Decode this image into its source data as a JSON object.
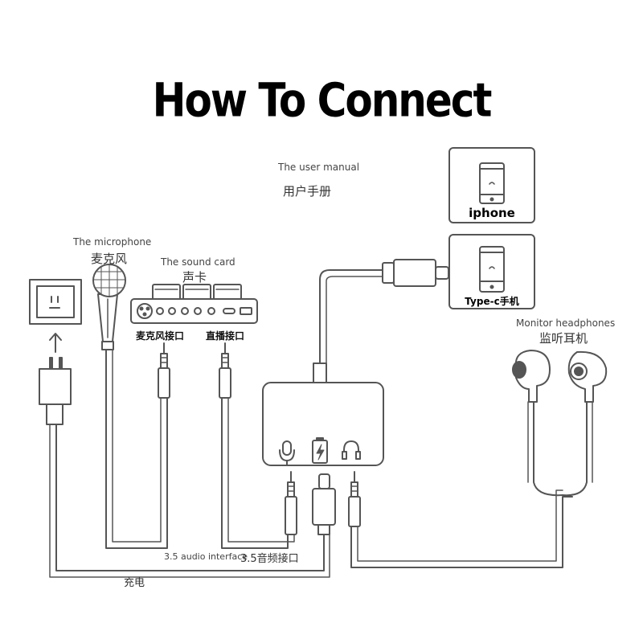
{
  "title": "How To Connect",
  "manual": {
    "en": "The user manual",
    "cn": "用户手册"
  },
  "phones": [
    {
      "label": "iphone"
    },
    {
      "label": "Type-c手机"
    }
  ],
  "microphone": {
    "en": "The microphone",
    "cn": "麦克风"
  },
  "sound_card": {
    "en": "The sound card",
    "cn": "声卡",
    "port_mic": "麦克风接口",
    "port_live": "直播接口"
  },
  "headphones": {
    "en": "Monitor headphones",
    "cn": "监听耳机"
  },
  "audio_interface": {
    "en": "3.5 audio interface",
    "cn": "3.5音频接口"
  },
  "charging": "充电",
  "icons": [
    "power-outlet-icon",
    "power-plug-icon",
    "microphone-icon",
    "sound-card-icon",
    "adapter-hub-icon",
    "mic-port-icon",
    "charge-port-icon",
    "headphone-port-icon",
    "earbud-icon",
    "phone-icon",
    "usb-c-plug-icon",
    "audio-jack-icon"
  ],
  "colors": {
    "line": "#555555",
    "fill": "#ffffff",
    "title": "#000000"
  }
}
